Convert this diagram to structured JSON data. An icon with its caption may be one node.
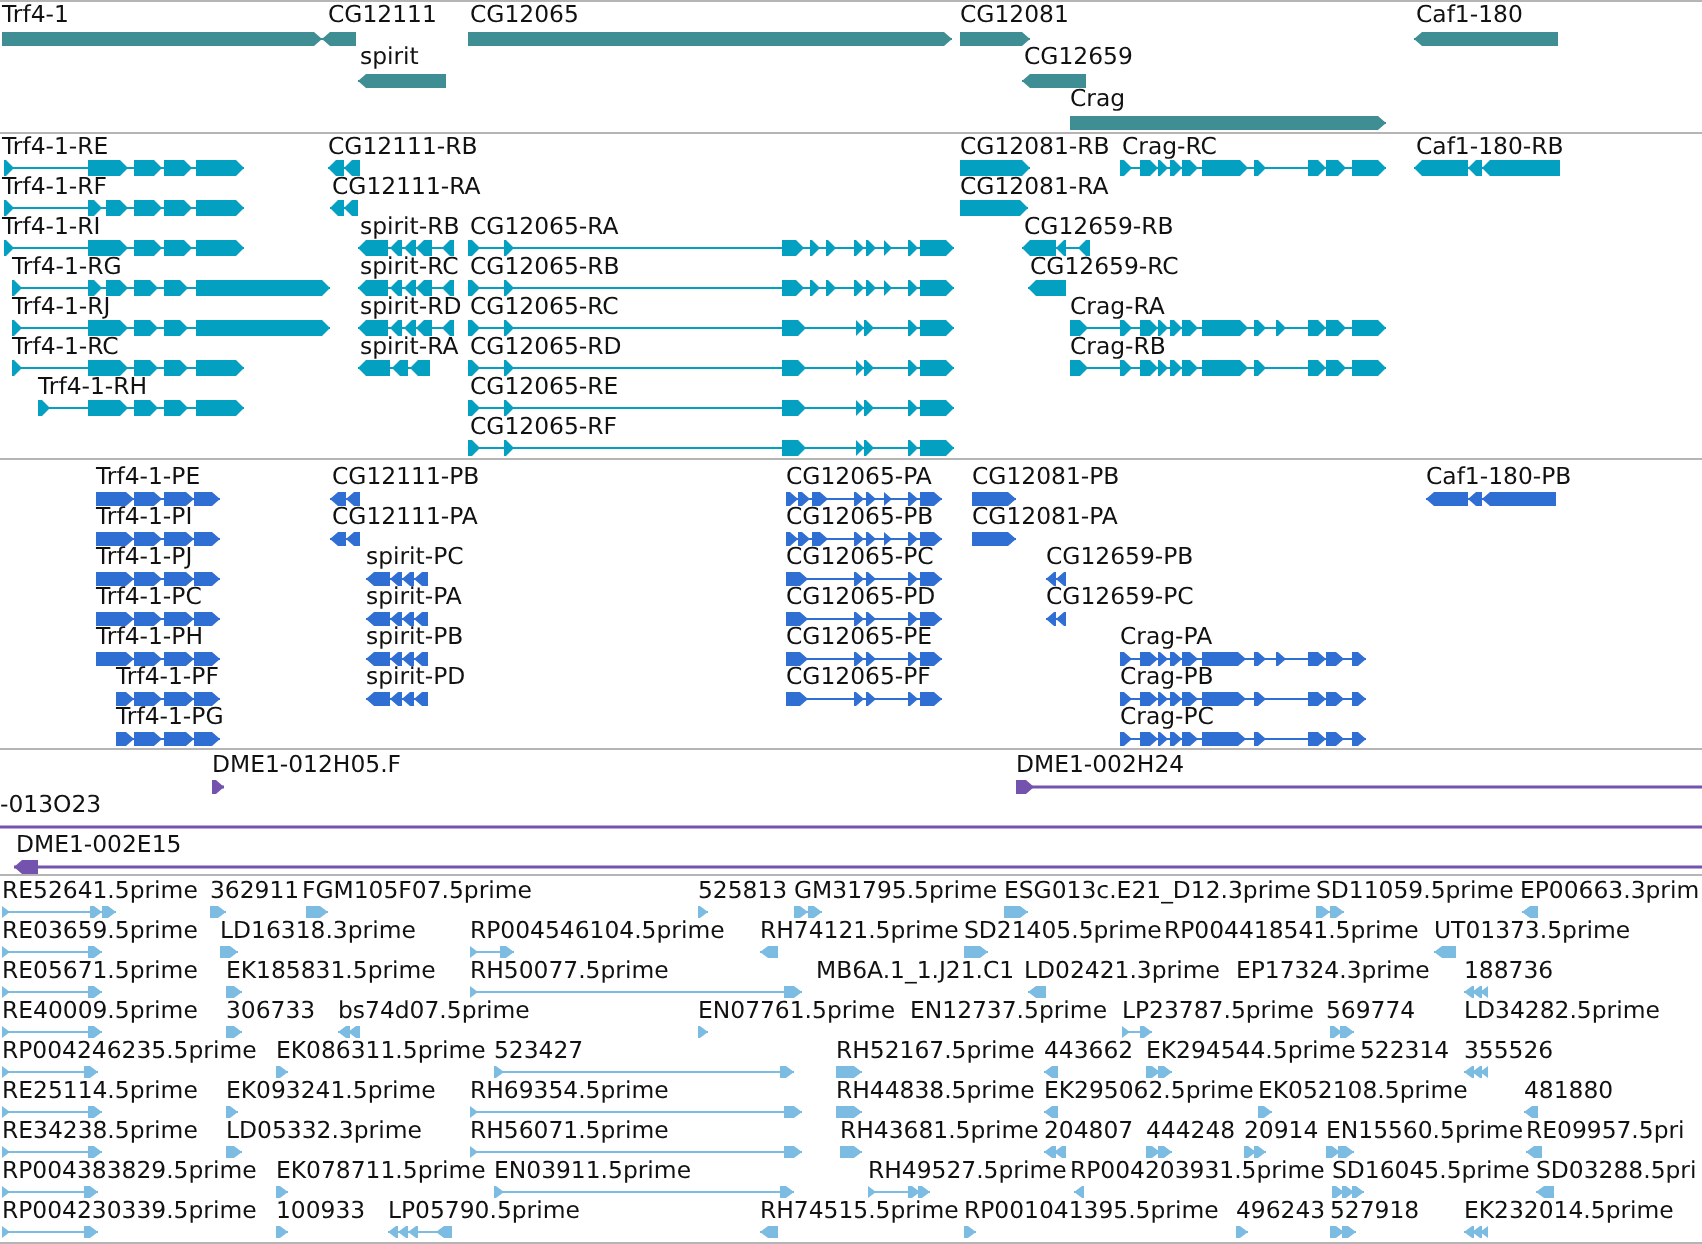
{
  "diagram": {
    "nodes": [
      {
        "text": [
          "Trf4-1"
        ]
      },
      {
        "text": [
          "CG12111"
        ]
      },
      {
        "text": [
          "CG12065"
        ]
      },
      {
        "text": [
          "CG12081"
        ]
      },
      {
        "text": [
          "Caf1-180"
        ]
      },
      {
        "text": [
          "spirit"
        ]
      },
      {
        "text": [
          "CG12659"
        ]
      },
      {
        "text": [
          "Crag"
        ]
      },
      {
        "text": [
          "Trf4-1-RE"
        ]
      },
      {
        "text": [
          "CG12111-RB"
        ]
      },
      {
        "text": [
          "CG12081-RB"
        ]
      },
      {
        "text": [
          "Crag-RC"
        ]
      },
      {
        "text": [
          "Caf1-180-RB"
        ]
      },
      {
        "text": [
          "Trf4-1-RF"
        ]
      },
      {
        "text": [
          "CG12111-RA"
        ]
      },
      {
        "text": [
          "CG12081-RA"
        ]
      },
      {
        "text": [
          "Trf4-1-RI"
        ]
      },
      {
        "text": [
          "spirit-RB"
        ]
      },
      {
        "text": [
          "CG12065-RA"
        ]
      },
      {
        "text": [
          "CG12659-RB"
        ]
      },
      {
        "text": [
          "Trf4-1-RG"
        ]
      },
      {
        "text": [
          "spirit-RC"
        ]
      },
      {
        "text": [
          "CG12065-RB"
        ]
      },
      {
        "text": [
          "CG12659-RC"
        ]
      },
      {
        "text": [
          "Trf4-1-RJ"
        ]
      },
      {
        "text": [
          "spirit-RD"
        ]
      },
      {
        "text": [
          "CG12065-RC"
        ]
      },
      {
        "text": [
          "Crag-RA"
        ]
      },
      {
        "text": [
          "Trf4-1-RC"
        ]
      },
      {
        "text": [
          "spirit-RA"
        ]
      },
      {
        "text": [
          "CG12065-RD"
        ]
      },
      {
        "text": [
          "Crag-RB"
        ]
      },
      {
        "text": [
          "Trf4-1-RH"
        ]
      },
      {
        "text": [
          "CG12065-RE"
        ]
      },
      {
        "text": [
          "CG12065-RF"
        ]
      },
      {
        "text": [
          "Trf4-1-PE"
        ]
      },
      {
        "text": [
          "CG12111-PB"
        ]
      },
      {
        "text": [
          "CG12065-PA"
        ]
      },
      {
        "text": [
          "CG12081-PB"
        ]
      },
      {
        "text": [
          "Caf1-180-PB"
        ]
      },
      {
        "text": [
          "Trf4-1-PI"
        ]
      },
      {
        "text": [
          "CG12111-PA"
        ]
      },
      {
        "text": [
          "CG12065-PB"
        ]
      },
      {
        "text": [
          "CG12081-PA"
        ]
      },
      {
        "text": [
          "Trf4-1-PJ"
        ]
      },
      {
        "text": [
          "spirit-PC"
        ]
      },
      {
        "text": [
          "CG12065-PC"
        ]
      },
      {
        "text": [
          "CG12659-PB"
        ]
      },
      {
        "text": [
          "Trf4-1-PC"
        ]
      },
      {
        "text": [
          "spirit-PA"
        ]
      },
      {
        "text": [
          "CG12065-PD"
        ]
      },
      {
        "text": [
          "CG12659-PC"
        ]
      },
      {
        "text": [
          "Trf4-1-PH"
        ]
      },
      {
        "text": [
          "spirit-PB"
        ]
      },
      {
        "text": [
          "CG12065-PE"
        ]
      },
      {
        "text": [
          "Crag-PA"
        ]
      },
      {
        "text": [
          "Trf4-1-PF"
        ]
      },
      {
        "text": [
          "spirit-PD"
        ]
      },
      {
        "text": [
          "CG12065-PF"
        ]
      },
      {
        "text": [
          "Crag-PB"
        ]
      },
      {
        "text": [
          "Trf4-1-PG"
        ]
      },
      {
        "text": [
          "Crag-PC"
        ]
      },
      {
        "text": [
          "DME1-012H05.F"
        ]
      },
      {
        "text": [
          "DME1-002H24"
        ]
      },
      {
        "text": [
          "-013O23"
        ]
      },
      {
        "text": [
          "DME1-002E15"
        ]
      },
      {
        "text": [
          "RE52641.5prime"
        ]
      },
      {
        "text": [
          "362911"
        ]
      },
      {
        "text": [
          "FGM105F07.5prime"
        ]
      },
      {
        "text": [
          "525813"
        ]
      },
      {
        "text": [
          "GM31795.5prime"
        ]
      },
      {
        "text": [
          "ESG013c.E21_D12.3prime"
        ]
      },
      {
        "text": [
          "SD11059.5prime"
        ]
      },
      {
        "text": [
          "EP00663.3prim"
        ]
      },
      {
        "text": [
          "RE03659.5prime"
        ]
      },
      {
        "text": [
          "LD16318.3prime"
        ]
      },
      {
        "text": [
          "RP004546104.5prime"
        ]
      },
      {
        "text": [
          "RH74121.5prime"
        ]
      },
      {
        "text": [
          "SD21405.5prime"
        ]
      },
      {
        "text": [
          "RP004418541.5prime"
        ]
      },
      {
        "text": [
          "UT01373.5prime"
        ]
      },
      {
        "text": [
          "RE05671.5prime"
        ]
      },
      {
        "text": [
          "EK185831.5prime"
        ]
      },
      {
        "text": [
          "RH50077.5prime"
        ]
      },
      {
        "text": [
          "MB6A.1_1.J21.C1"
        ]
      },
      {
        "text": [
          "LD02421.3prime"
        ]
      },
      {
        "text": [
          "EP17324.3prime"
        ]
      },
      {
        "text": [
          "188736"
        ]
      },
      {
        "text": [
          "RE40009.5prime"
        ]
      },
      {
        "text": [
          "306733"
        ]
      },
      {
        "text": [
          "bs74d07.5prime"
        ]
      },
      {
        "text": [
          "EN07761.5prime"
        ]
      },
      {
        "text": [
          "EN12737.5prime"
        ]
      },
      {
        "text": [
          "LP23787.5prime"
        ]
      },
      {
        "text": [
          "569774"
        ]
      },
      {
        "text": [
          "LD34282.5prime"
        ]
      },
      {
        "text": [
          "RP004246235.5prime"
        ]
      },
      {
        "text": [
          "EK086311.5prime"
        ]
      },
      {
        "text": [
          "523427"
        ]
      },
      {
        "text": [
          "RH52167.5prime"
        ]
      },
      {
        "text": [
          "443662"
        ]
      },
      {
        "text": [
          "EK294544.5prime"
        ]
      },
      {
        "text": [
          "522314"
        ]
      },
      {
        "text": [
          "355526"
        ]
      },
      {
        "text": [
          "RE25114.5prime"
        ]
      },
      {
        "text": [
          "EK093241.5prime"
        ]
      },
      {
        "text": [
          "RH69354.5prime"
        ]
      },
      {
        "text": [
          "RH44838.5prime"
        ]
      },
      {
        "text": [
          "EK295062.5prime"
        ]
      },
      {
        "text": [
          "EK052108.5prime"
        ]
      },
      {
        "text": [
          "481880"
        ]
      },
      {
        "text": [
          "RE34238.5prime"
        ]
      },
      {
        "text": [
          "LD05332.3prime"
        ]
      },
      {
        "text": [
          "RH56071.5prime"
        ]
      },
      {
        "text": [
          "RH43681.5prime"
        ]
      },
      {
        "text": [
          "204807"
        ]
      },
      {
        "text": [
          "444248"
        ]
      },
      {
        "text": [
          "20914"
        ]
      },
      {
        "text": [
          "EN15560.5prime"
        ]
      },
      {
        "text": [
          "RE09957.5pri"
        ]
      },
      {
        "text": [
          "RP004383829.5prime"
        ]
      },
      {
        "text": [
          "EK078711.5prime"
        ]
      },
      {
        "text": [
          "EN03911.5prime"
        ]
      },
      {
        "text": [
          "RH49527.5prime"
        ]
      },
      {
        "text": [
          "RP004203931.5prime"
        ]
      },
      {
        "text": [
          "SD16045.5prime"
        ]
      },
      {
        "text": [
          "SD03288.5pri"
        ]
      },
      {
        "text": [
          "RP004230339.5prime"
        ]
      },
      {
        "text": [
          "100933"
        ]
      },
      {
        "text": [
          "LP05790.5prime"
        ]
      },
      {
        "text": [
          "RH74515.5prime"
        ]
      },
      {
        "text": [
          "RP001041395.5prime"
        ]
      },
      {
        "text": [
          "496243"
        ]
      },
      {
        "text": [
          "527918"
        ]
      },
      {
        "text": [
          "EK232014.5prime"
        ]
      }
    ]
  }
}
